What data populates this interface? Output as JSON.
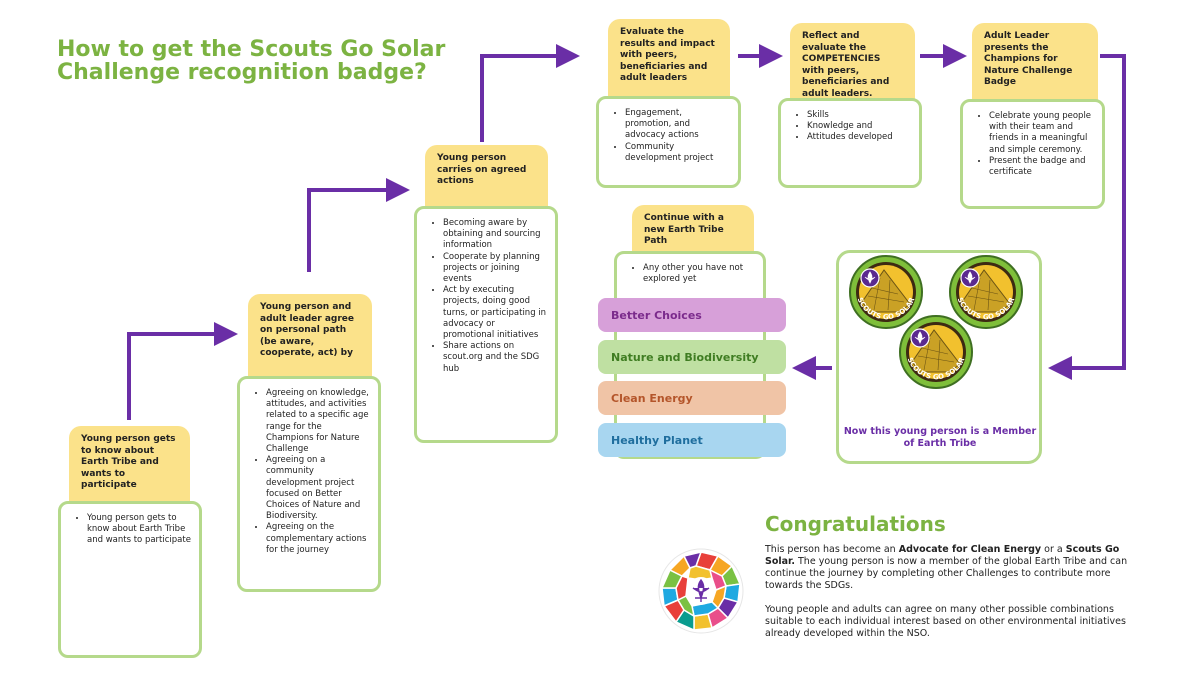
{
  "title": "How to get the Scouts Go Solar Challenge recognition badge?",
  "steps": [
    {
      "header": "Young person gets to know about Earth Tribe and wants to participate",
      "items": [
        "Young person gets to know about Earth Tribe and wants to participate"
      ]
    },
    {
      "header": "Young person and adult leader agree on personal path (be aware, cooperate, act) by",
      "items": [
        "Agreeing on knowledge, attitudes, and activities related to a specific age range for the Champions for Nature Challenge",
        "Agreeing on a community development project focused on Better Choices of Nature and Biodiversity.",
        "Agreeing on the complementary actions for the journey"
      ]
    },
    {
      "header": "Young person carries on agreed actions",
      "items": [
        "Becoming aware by obtaining and sourcing information",
        "Cooperate by planning projects or joining events",
        "Act by executing projects, doing good turns, or participating in advocacy or promotional initiatives",
        "Share actions on scout.org and the SDG hub"
      ]
    },
    {
      "header": "Evaluate the results and impact with peers, beneficiaries and adult leaders",
      "items": [
        "Engagement, promotion, and advocacy actions",
        "Community development project"
      ]
    },
    {
      "header": "Reflect and evaluate the COMPETENCIES with peers, beneficiaries and adult leaders.",
      "items": [
        "Skills",
        "Knowledge and",
        "Attitudes developed"
      ]
    },
    {
      "header": "Adult Leader presents the Champions for Nature Challenge Badge",
      "items": [
        "Celebrate young people with their team and friends in a meaningful and simple ceremony.",
        "Present the badge and certificate"
      ]
    },
    {
      "header": "Continue with a new Earth Tribe Path",
      "items": [
        "Any other you have not explored yet"
      ]
    }
  ],
  "paths": [
    {
      "label": "Better Choices",
      "bg": "#d7a0d9",
      "color": "#7b2b8c"
    },
    {
      "label": "Nature and Biodiversity",
      "bg": "#bfe0a2",
      "color": "#3f7d22"
    },
    {
      "label": "Clean Energy",
      "bg": "#f0c4a6",
      "color": "#b4552a"
    },
    {
      "label": "Healthy Planet",
      "bg": "#a8d6f0",
      "color": "#1f6e9e"
    }
  ],
  "badge_text": "SCOUTS GO SOLAR",
  "earth_tribe_caption": "Now this young person is a Member of Earth Tribe",
  "congrats": {
    "title": "Congratulations",
    "p1_a": "This person has become an ",
    "p1_b": "Advocate for Clean Energy",
    "p1_c": " or a ",
    "p1_d": "Scouts Go Solar.",
    "p1_e": " The young person is now a member of the global Earth Tribe and can continue the journey by completing other Challenges to contribute more towards the SDGs.",
    "p2": "Young people and adults can agree on many other possible combinations suitable to each individual interest based on other environmental initiatives already developed within the NSO."
  },
  "colors": {
    "arrow": "#6a2ea6",
    "header": "#fbe28a",
    "border": "#b5d98b",
    "title": "#7cb342"
  }
}
